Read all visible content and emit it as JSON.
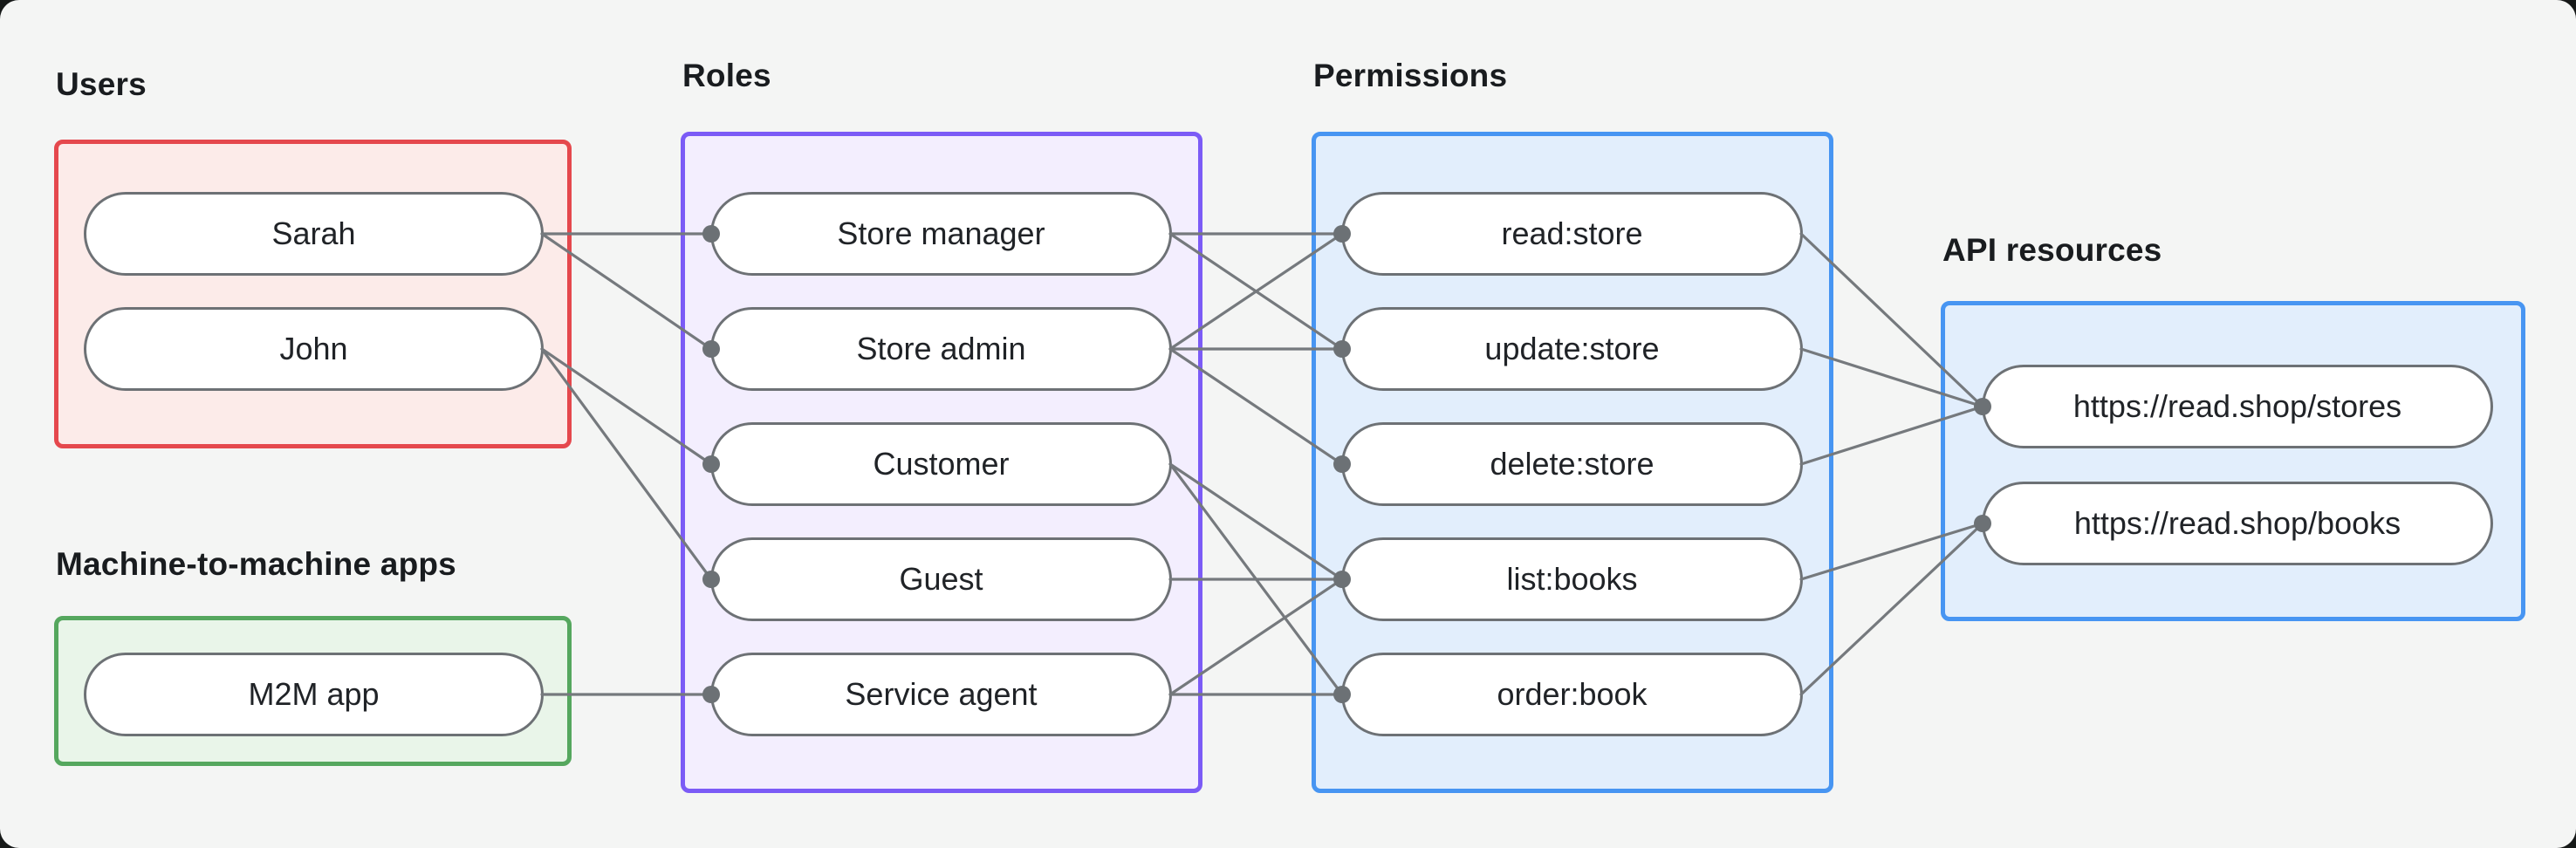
{
  "diagram": {
    "canvas_background": "#f4f5f4",
    "outer_background": "#161918",
    "node_fill_color": "#ffffff",
    "node_border_color": "#6d7175",
    "node_text_color": "#202327",
    "label_text_color": "#191c1f",
    "edge_color": "#75797d",
    "dot_color": "#6c7175",
    "groups": {
      "users": {
        "label": "Users",
        "border_color": "#e5484d",
        "fill_color": "#fcebe9",
        "nodes": [
          {
            "id": "sarah",
            "label": "Sarah"
          },
          {
            "id": "john",
            "label": "John"
          }
        ]
      },
      "m2m": {
        "label": "Machine-to-machine apps",
        "border_color": "#55a75e",
        "fill_color": "#e9f5e9",
        "nodes": [
          {
            "id": "m2m-app",
            "label": "M2M app"
          }
        ]
      },
      "roles": {
        "label": "Roles",
        "border_color": "#7b5bf6",
        "fill_color": "#f3eefe",
        "nodes": [
          {
            "id": "store-manager",
            "label": "Store manager"
          },
          {
            "id": "store-admin",
            "label": "Store admin"
          },
          {
            "id": "customer",
            "label": "Customer"
          },
          {
            "id": "guest",
            "label": "Guest"
          },
          {
            "id": "service-agent",
            "label": "Service agent"
          }
        ]
      },
      "permissions": {
        "label": "Permissions",
        "border_color": "#4795f2",
        "fill_color": "#e2eefc",
        "nodes": [
          {
            "id": "read-store",
            "label": "read:store"
          },
          {
            "id": "update-store",
            "label": "update:store"
          },
          {
            "id": "delete-store",
            "label": "delete:store"
          },
          {
            "id": "list-books",
            "label": "list:books"
          },
          {
            "id": "order-book",
            "label": "order:book"
          }
        ]
      },
      "api_resources": {
        "label": "API resources",
        "border_color": "#4795f2",
        "fill_color": "#e2eefc",
        "nodes": [
          {
            "id": "shop-stores",
            "label": "https://read.shop/stores"
          },
          {
            "id": "shop-books",
            "label": "https://read.shop/books"
          }
        ]
      }
    },
    "edges": [
      {
        "from": "sarah",
        "to": "store-manager"
      },
      {
        "from": "sarah",
        "to": "store-admin"
      },
      {
        "from": "john",
        "to": "customer"
      },
      {
        "from": "john",
        "to": "guest"
      },
      {
        "from": "m2m-app",
        "to": "service-agent"
      },
      {
        "from": "store-manager",
        "to": "read-store"
      },
      {
        "from": "store-manager",
        "to": "update-store"
      },
      {
        "from": "store-admin",
        "to": "read-store"
      },
      {
        "from": "store-admin",
        "to": "update-store"
      },
      {
        "from": "store-admin",
        "to": "delete-store"
      },
      {
        "from": "customer",
        "to": "list-books"
      },
      {
        "from": "customer",
        "to": "order-book"
      },
      {
        "from": "guest",
        "to": "list-books"
      },
      {
        "from": "service-agent",
        "to": "list-books"
      },
      {
        "from": "service-agent",
        "to": "order-book"
      },
      {
        "from": "read-store",
        "to": "shop-stores"
      },
      {
        "from": "update-store",
        "to": "shop-stores"
      },
      {
        "from": "delete-store",
        "to": "shop-stores"
      },
      {
        "from": "list-books",
        "to": "shop-books"
      },
      {
        "from": "order-book",
        "to": "shop-books"
      }
    ]
  }
}
